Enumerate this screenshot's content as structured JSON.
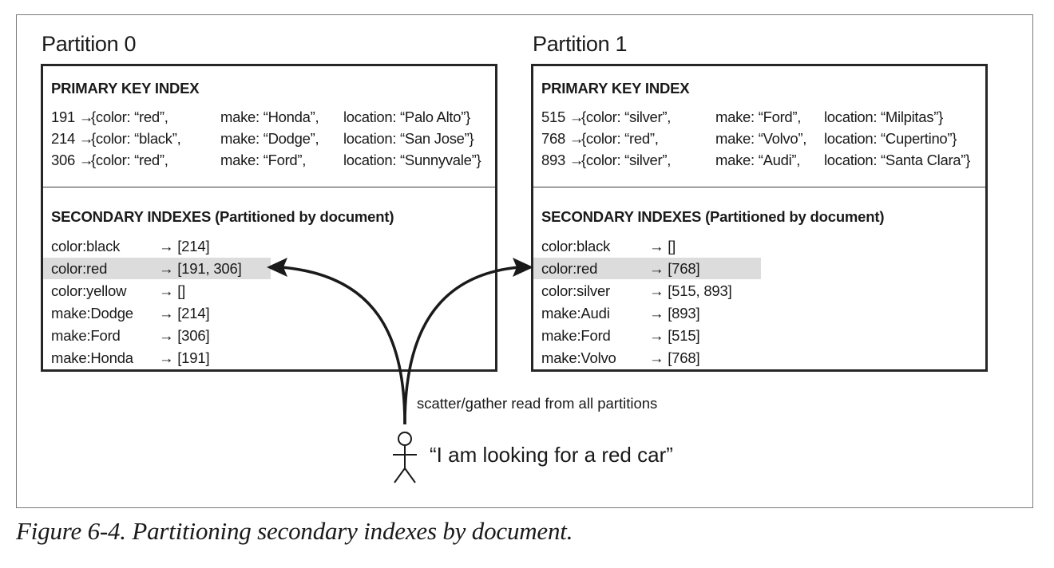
{
  "figure_caption": "Figure 6-4. Partitioning secondary indexes by document.",
  "partitions": [
    {
      "title": "Partition 0",
      "primary_heading": "PRIMARY KEY INDEX",
      "primary_rows": [
        {
          "key": "191 →",
          "color": "{color: “red”,",
          "make": "make: “Honda”,",
          "location": "location: “Palo Alto”}"
        },
        {
          "key": "214 →",
          "color": "{color: “black”,",
          "make": "make: “Dodge”,",
          "location": "location: “San Jose”}"
        },
        {
          "key": "306 →",
          "color": "{color: “red”,",
          "make": "make: “Ford”,",
          "location": "location: “Sunnyvale”}"
        }
      ],
      "secondary_heading": "SECONDARY INDEXES (Partitioned by document)",
      "secondary_rows": [
        {
          "term": "color:black",
          "ids": "→ [214]"
        },
        {
          "term": "color:red",
          "ids": "→ [191, 306]"
        },
        {
          "term": "color:yellow",
          "ids": "→ []"
        },
        {
          "term": "make:Dodge",
          "ids": "→ [214]"
        },
        {
          "term": "make:Ford",
          "ids": "→ [306]"
        },
        {
          "term": "make:Honda",
          "ids": "→ [191]"
        }
      ]
    },
    {
      "title": "Partition 1",
      "primary_heading": "PRIMARY KEY INDEX",
      "primary_rows": [
        {
          "key": "515 →",
          "color": "{color: “silver”,",
          "make": "make: “Ford”,",
          "location": "location: “Milpitas”}"
        },
        {
          "key": "768 →",
          "color": "{color: “red”,",
          "make": "make: “Volvo”,",
          "location": "location: “Cupertino”}"
        },
        {
          "key": "893 →",
          "color": "{color: “silver”,",
          "make": "make: “Audi”,",
          "location": "location: “Santa Clara”}"
        }
      ],
      "secondary_heading": "SECONDARY INDEXES (Partitioned by document)",
      "secondary_rows": [
        {
          "term": "color:black",
          "ids": "→ []"
        },
        {
          "term": "color:red",
          "ids": "→ [768]"
        },
        {
          "term": "color:silver",
          "ids": "→ [515, 893]"
        },
        {
          "term": "make:Audi",
          "ids": "→ [893]"
        },
        {
          "term": "make:Ford",
          "ids": "→ [515]"
        },
        {
          "term": "make:Volvo",
          "ids": "→ [768]"
        }
      ]
    }
  ],
  "highlighted_row_index": 1,
  "scatter_label": "scatter/gather read from all partitions",
  "user_quote": "“I am looking for a red car”",
  "colors": {
    "highlight": "#dcdcdc",
    "box_border": "#262626",
    "arrow": "#1a1a1a"
  }
}
